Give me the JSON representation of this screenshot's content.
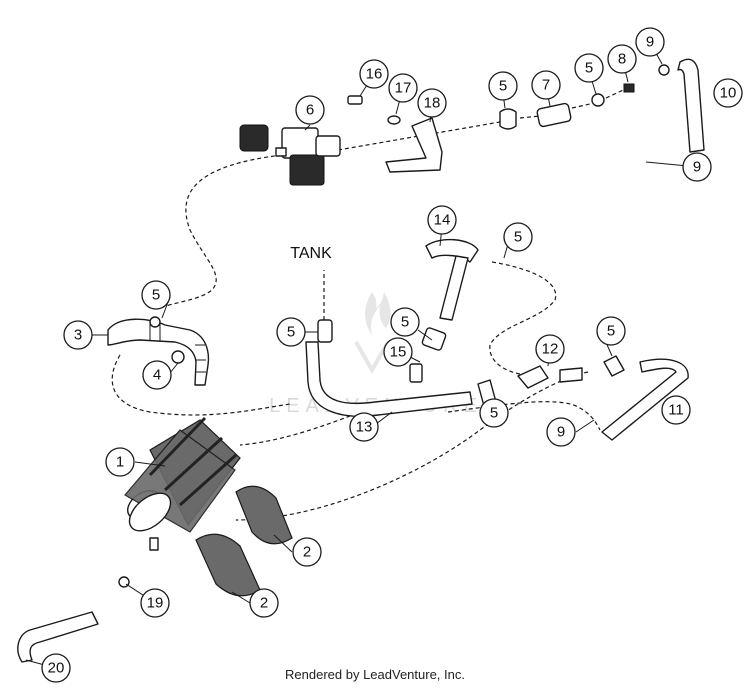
{
  "diagram": {
    "tank_label": "TANK",
    "watermark": "LEADVENTURE",
    "footer": "Rendered by LeadVenture, Inc.",
    "callouts": [
      "1",
      "2",
      "2",
      "3",
      "4",
      "5",
      "5",
      "5",
      "5",
      "5",
      "5",
      "5",
      "5",
      "6",
      "7",
      "8",
      "9",
      "9",
      "9",
      "10",
      "11",
      "12",
      "13",
      "14",
      "15",
      "16",
      "17",
      "18",
      "19",
      "20"
    ]
  }
}
